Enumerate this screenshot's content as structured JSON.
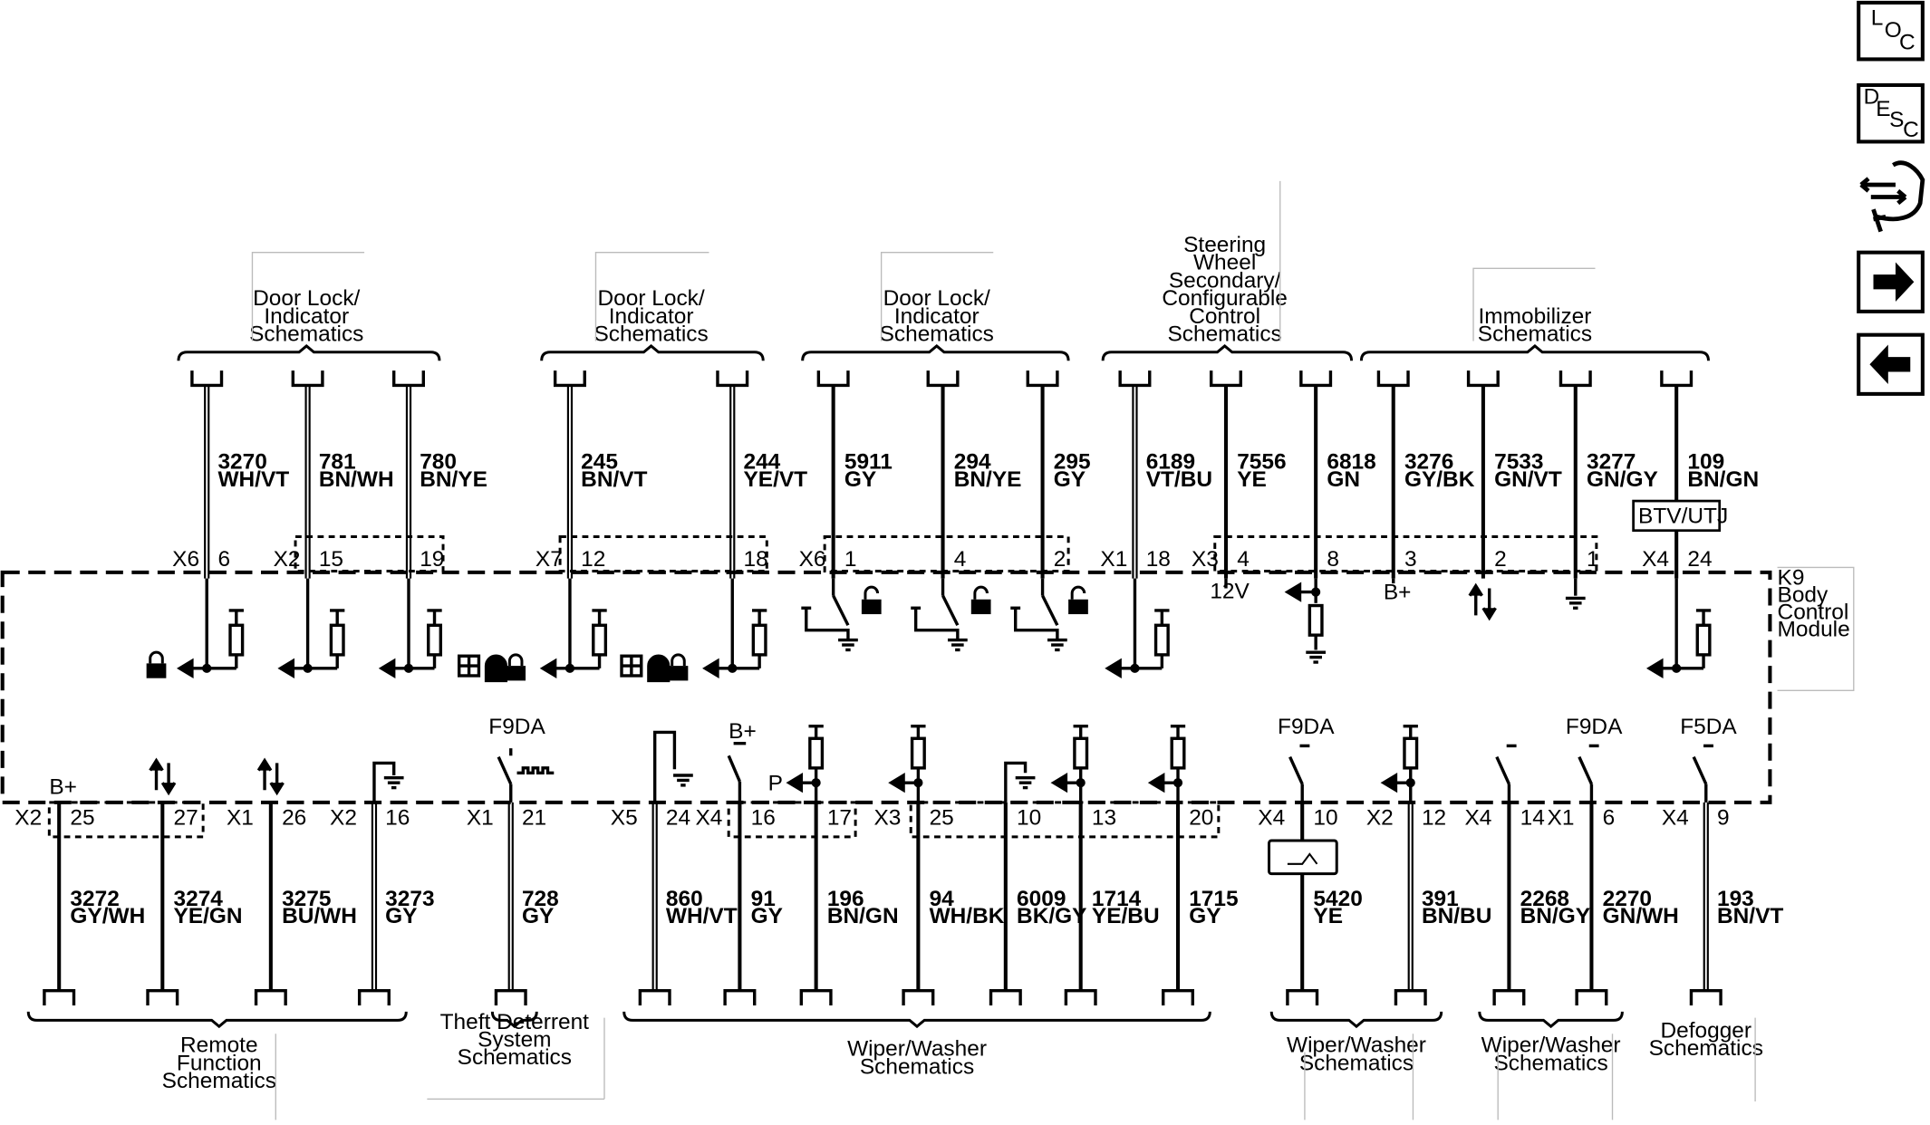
{
  "module": {
    "lines": [
      "K9",
      "Body",
      "Control",
      "Module"
    ]
  },
  "top_groups": [
    {
      "lines": [
        "Door Lock/",
        "Indicator",
        "Schematics"
      ]
    },
    {
      "lines": [
        "Door Lock/",
        "Indicator",
        "Schematics"
      ]
    },
    {
      "lines": [
        "Door Lock/",
        "Indicator",
        "Schematics"
      ]
    },
    {
      "lines": [
        "Steering",
        "Wheel",
        "Secondary/",
        "Configurable",
        "Control",
        "Schematics"
      ]
    },
    {
      "lines": [
        "Immobilizer",
        "Schematics"
      ]
    }
  ],
  "top_wires": [
    {
      "num": "3270",
      "color": "WH/VT",
      "conn": "X6",
      "pin": "6"
    },
    {
      "num": "781",
      "color": "BN/WH",
      "conn": "X2",
      "pin": "15"
    },
    {
      "num": "780",
      "color": "BN/YE",
      "conn": "",
      "pin": "19"
    },
    {
      "num": "245",
      "color": "BN/VT",
      "conn": "X7",
      "pin": "12"
    },
    {
      "num": "244",
      "color": "YE/VT",
      "conn": "",
      "pin": "18"
    },
    {
      "num": "5911",
      "color": "GY",
      "conn": "X6",
      "pin": "1"
    },
    {
      "num": "294",
      "color": "BN/YE",
      "conn": "",
      "pin": "4"
    },
    {
      "num": "295",
      "color": "GY",
      "conn": "",
      "pin": "2"
    },
    {
      "num": "6189",
      "color": "VT/BU",
      "conn": "X1",
      "pin": "18"
    },
    {
      "num": "7556",
      "color": "YE",
      "conn": "X3",
      "pin": "4"
    },
    {
      "num": "6818",
      "color": "GN",
      "conn": "",
      "pin": "8"
    },
    {
      "num": "3276",
      "color": "GY/BK",
      "conn": "",
      "pin": "3"
    },
    {
      "num": "7533",
      "color": "GN/VT",
      "conn": "",
      "pin": "2"
    },
    {
      "num": "3277",
      "color": "GN/GY",
      "conn": "",
      "pin": "1"
    },
    {
      "num": "109",
      "color": "BN/GN",
      "conn": "X4",
      "pin": "24"
    }
  ],
  "top_labels": {
    "v12": "12V",
    "bplus": "B+",
    "btv": "BTV/UTJ"
  },
  "bottom_wires": [
    {
      "num": "3272",
      "color": "GY/WH",
      "conn": "X2",
      "pin": "25"
    },
    {
      "num": "3274",
      "color": "YE/GN",
      "conn": "",
      "pin": "27"
    },
    {
      "num": "3275",
      "color": "BU/WH",
      "conn": "X1",
      "pin": "26"
    },
    {
      "num": "3273",
      "color": "GY",
      "conn": "X2",
      "pin": "16"
    },
    {
      "num": "728",
      "color": "GY",
      "conn": "X1",
      "pin": "21"
    },
    {
      "num": "860",
      "color": "WH/VT",
      "conn": "X5",
      "pin": "24"
    },
    {
      "num": "91",
      "color": "GY",
      "conn": "X4",
      "pin": "16"
    },
    {
      "num": "196",
      "color": "BN/GN",
      "conn": "",
      "pin": "17"
    },
    {
      "num": "94",
      "color": "WH/BK",
      "conn": "X3",
      "pin": "25"
    },
    {
      "num": "6009",
      "color": "BK/GY",
      "conn": "",
      "pin": "10"
    },
    {
      "num": "1714",
      "color": "YE/BU",
      "conn": "",
      "pin": "13"
    },
    {
      "num": "1715",
      "color": "GY",
      "conn": "",
      "pin": "20"
    },
    {
      "num": "5420",
      "color": "YE",
      "conn": "X4",
      "pin": "10"
    },
    {
      "num": "391",
      "color": "BN/BU",
      "conn": "X2",
      "pin": "12"
    },
    {
      "num": "2268",
      "color": "BN/GY",
      "conn": "X4",
      "pin": "14"
    },
    {
      "num": "2270",
      "color": "GN/WH",
      "conn": "X1",
      "pin": "6"
    },
    {
      "num": "193",
      "color": "BN/VT",
      "conn": "X4",
      "pin": "9"
    }
  ],
  "bottom_labels": {
    "bplus1": "B+",
    "bplus2": "B+",
    "p": "P",
    "f9da1": "F9DA",
    "f9da2": "F9DA",
    "f9da3": "F9DA",
    "f5da": "F5DA"
  },
  "bottom_groups": [
    {
      "lines": [
        "Remote",
        "Function",
        "Schematics"
      ]
    },
    {
      "lines": [
        "Theft Deterrent",
        "System",
        "Schematics"
      ]
    },
    {
      "lines": [
        "Wiper/Washer",
        "Schematics"
      ]
    },
    {
      "lines": [
        "Wiper/Washer",
        "Schematics"
      ]
    },
    {
      "lines": [
        "Wiper/Washer",
        "Schematics"
      ]
    },
    {
      "lines": [
        "Defogger",
        "Schematics"
      ]
    }
  ],
  "sidebar": {
    "loc": [
      "L",
      "O",
      "C"
    ],
    "desc": [
      "D",
      "E",
      "S",
      "C"
    ]
  },
  "icons": {
    "lock": "lock-icon",
    "unlock": "unlock-icon",
    "forward": "arrow-right-icon",
    "back": "arrow-left-icon",
    "tool": "connector-tool-icon"
  }
}
